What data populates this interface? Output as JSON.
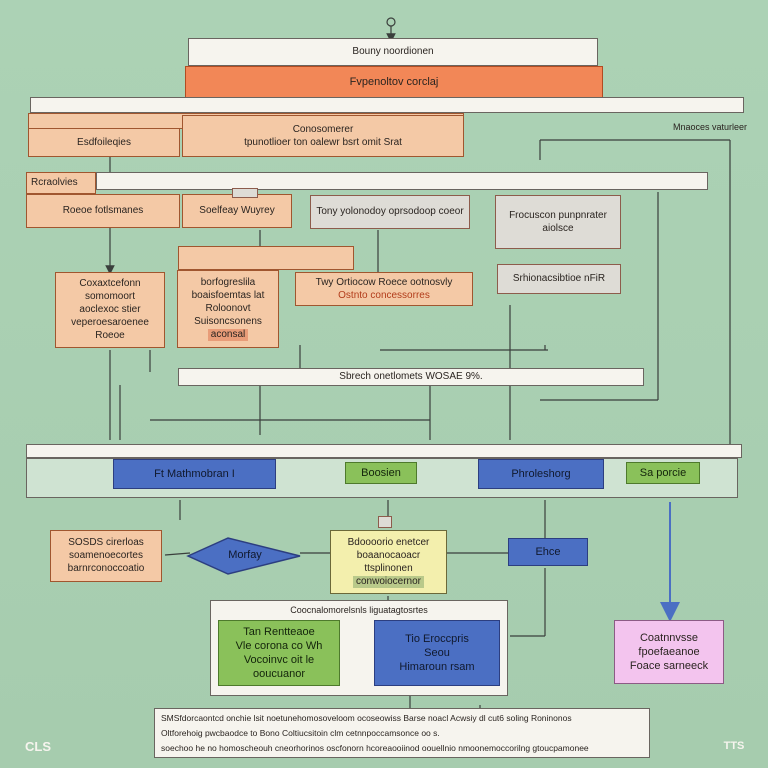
{
  "diagram": {
    "title": "Bouny noordionen",
    "subtitle": "Fvpenoltov corclaj",
    "header_main": "Conosomerer",
    "header_main_line2": "tpunotlioer ton oalewr bsrt omit Srat",
    "header_left": "Esdfoileqies",
    "header_right": "Mnaoces vaturleer",
    "row1": {
      "left_top": "Rcraolvies",
      "left": "Roeoe fotlsmanes",
      "mid": "Soelfeay Wuyrey",
      "wide": "Tony yolonodoy oprsodoop coeor",
      "right_lines": [
        "Frocuscon punpnrater",
        "aiolsce"
      ],
      "right_bottom": "Srhionacsibtioe nFiR"
    },
    "row2": {
      "a_lines": [
        "Coxaxtcefonn",
        "somomoort",
        "aoclexoc stier",
        "veperoesaroenee",
        "Roeoe"
      ],
      "b_lines": [
        "borfogreslila",
        "boaisfoemtas lat",
        "Roloonovt",
        "Suisoncsonens",
        "aconsal"
      ],
      "c_lines": [
        "Twy Ortiocow Roece ootnosvly",
        "Ostnto concessorres"
      ]
    },
    "banner": "Sbrech onetlomets WOSAE 9%.",
    "lane_labels": [
      "Ft Mathmobran  I",
      "Boosien",
      "Phroleshorg",
      "Sa porcie"
    ],
    "row3": {
      "note_lines": [
        "SOSDS cirerloas",
        "soamenoecortes",
        "barnrconoccoatio"
      ],
      "diamond": "Morfay",
      "yellow_lines": [
        "Bdoooorio enetcer",
        "boaanocaoacr",
        "ttsplinonen",
        "conwoiocernor"
      ],
      "blue_small": "Ehce"
    },
    "group_title": "Coocnalomorelsnls liguatagtosrtes",
    "green_lines": [
      "Tan Rentteaoe",
      "Vle corona co Wh",
      "Vocoinvc oit le",
      "ooucuanor"
    ],
    "blue_lines": [
      "Tio Eroccpris",
      "Seou",
      "Himaroun rsam"
    ],
    "pink_lines": [
      "Coatnnvsse",
      "fpoefaeanoe",
      "Foace sarneeck"
    ],
    "footnote_lines": [
      "SMSfdorcaontcd onchie lsit noetunehomosoveloom ocoseowiss Barse noacl Acwsiy dl cut6 soling Roninonos",
      "Oltforehoig pwcbaodce to Bono Coltiucsitoin clm cetnnpoccamsonce oo s.",
      "soechoo he no homoscheouh cneorhorinos oscfonorn hcoreaooiinod oouellnio nmoonemoccorilng gtoucpamonee"
    ],
    "logo_left": "CLS",
    "logo_right": "TTS"
  },
  "colors": {
    "background": "#a9cfb1",
    "orange": "#f28757",
    "peach": "#f4c9a6",
    "blue": "#4b6fc3",
    "green": "#8ac15a",
    "yellow": "#f3efad",
    "pink": "#f3c4ee",
    "line": "#3a3f3c"
  }
}
